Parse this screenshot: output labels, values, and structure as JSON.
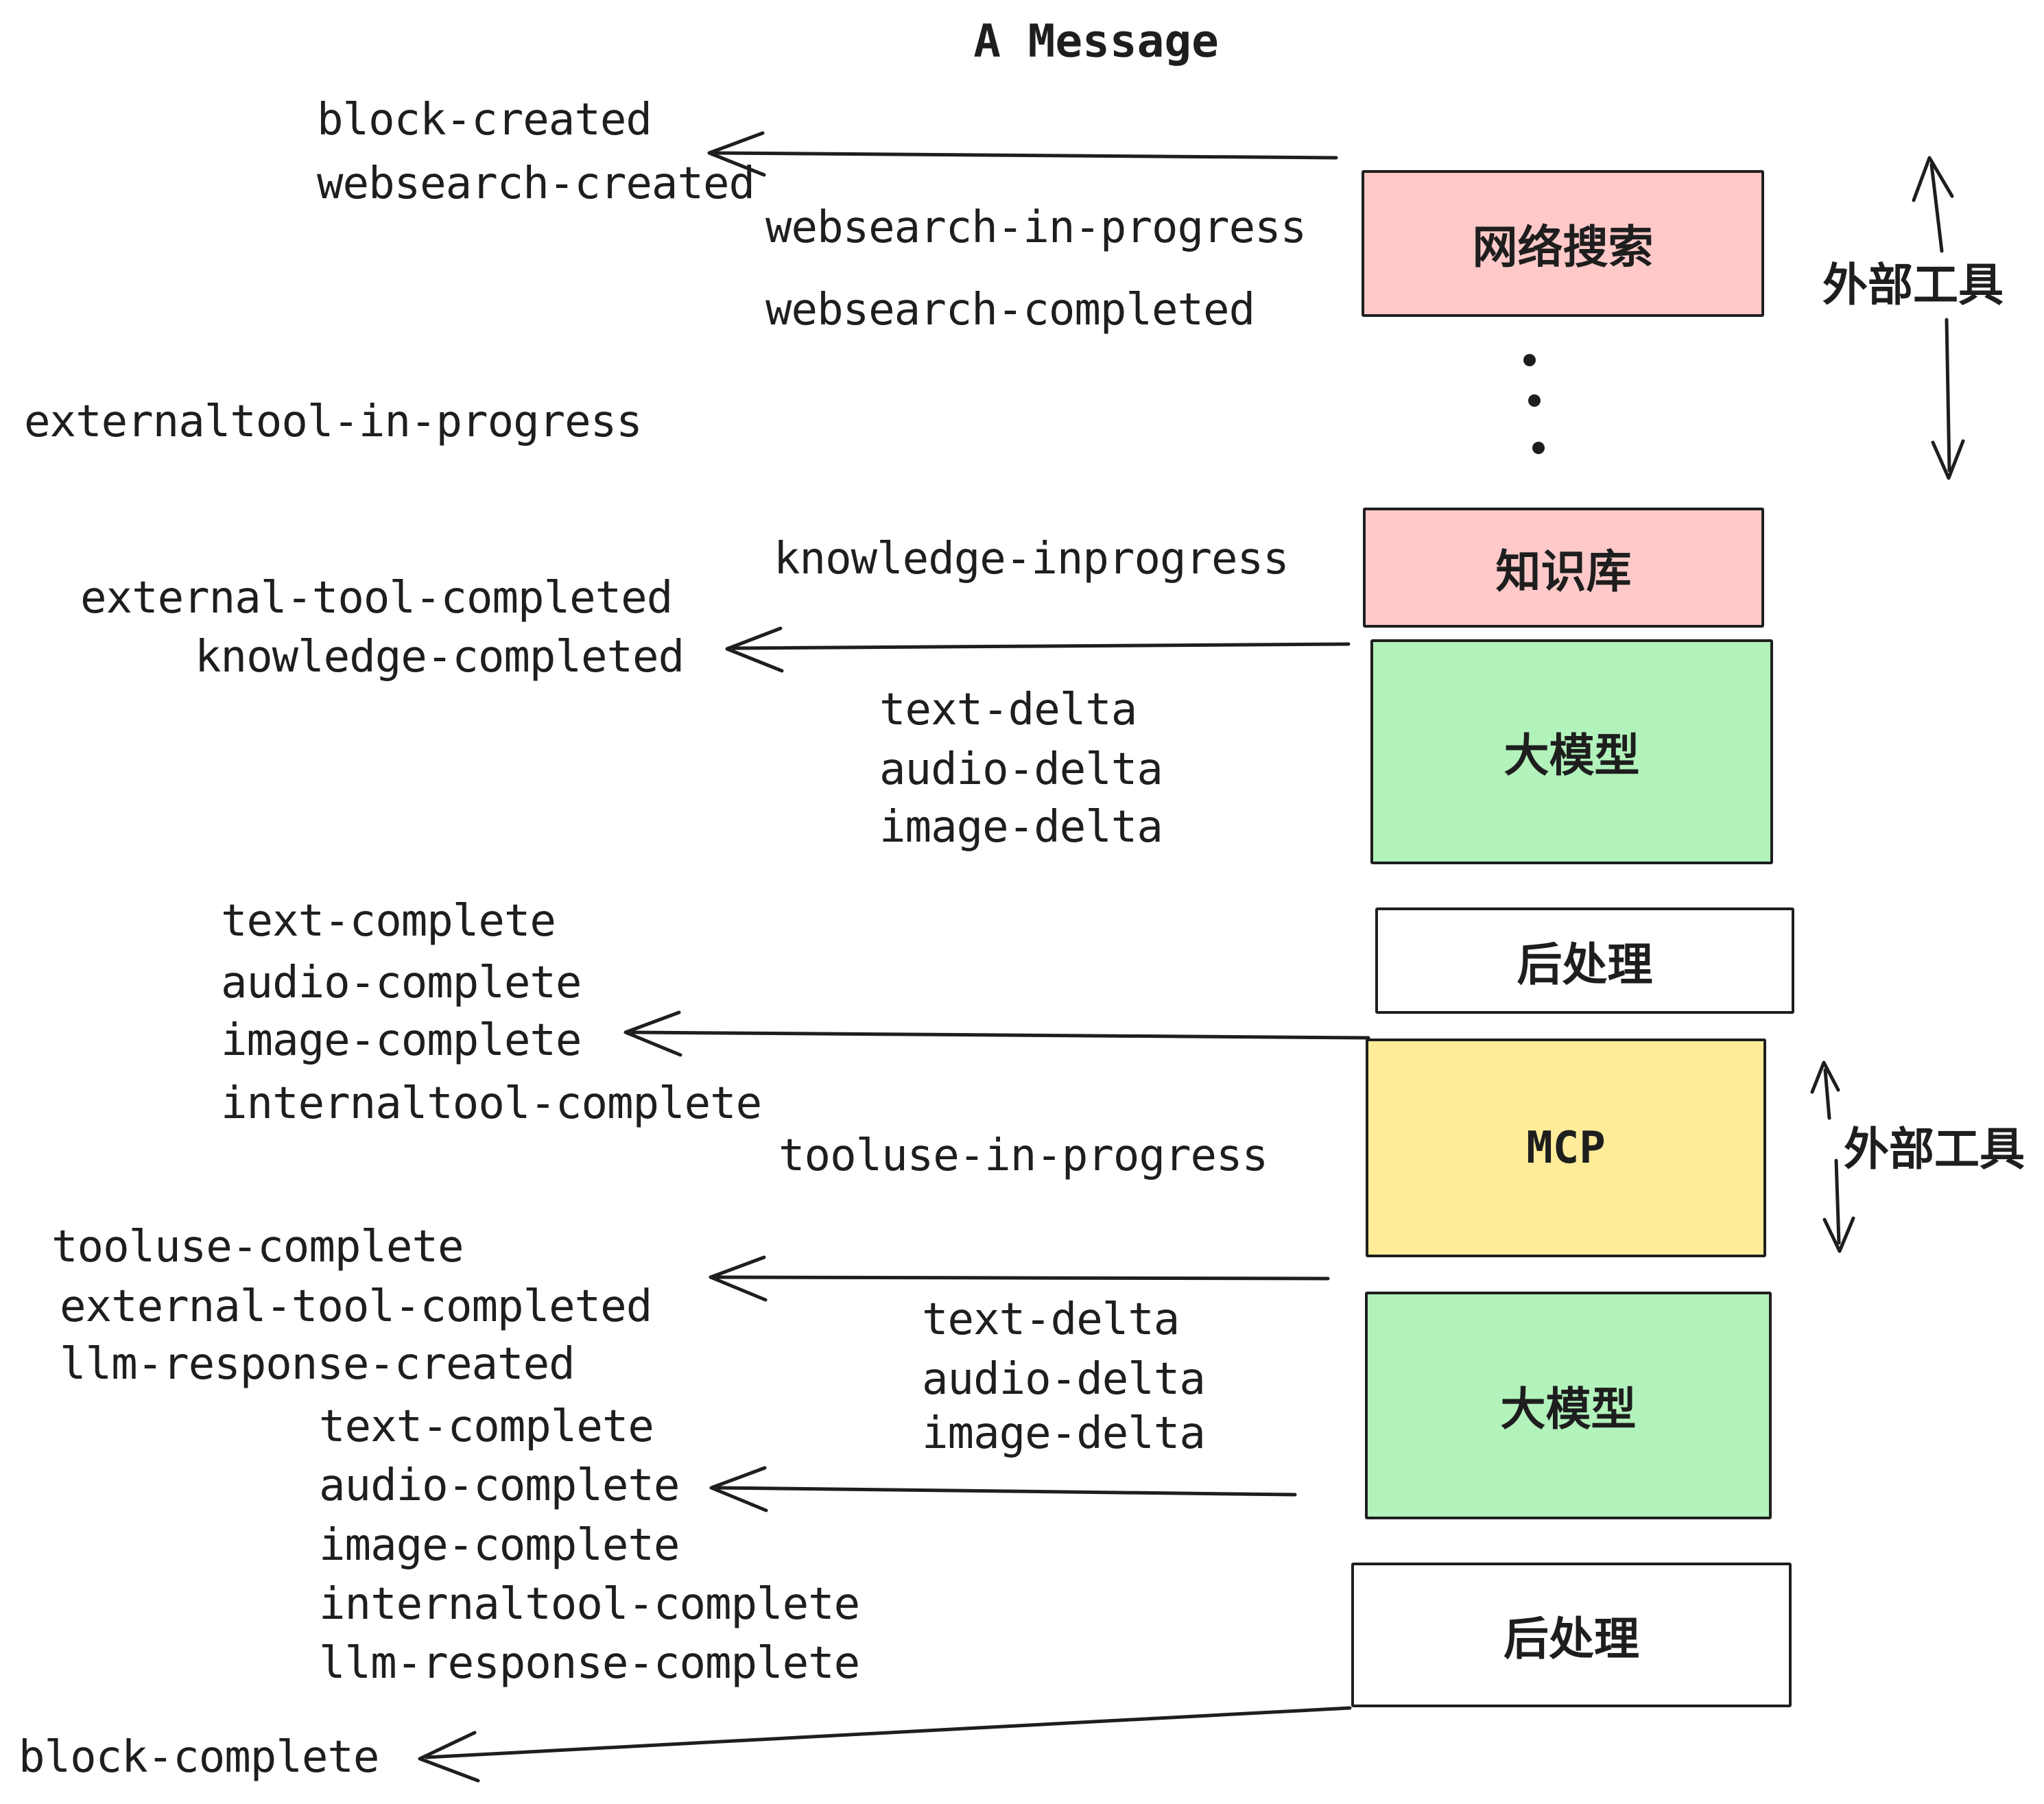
{
  "title": "A Message",
  "colors": {
    "pink": "#ffc9c9",
    "green": "#b2f2bb",
    "yellow": "#ffec99",
    "white": "#ffffff",
    "ink": "#1e1e1e"
  },
  "boxes": [
    {
      "id": "websearch",
      "label": "网络搜索",
      "color": "#ffc9c9"
    },
    {
      "id": "knowledge",
      "label": "知识库",
      "color": "#ffc9c9"
    },
    {
      "id": "llm-1",
      "label": "大模型",
      "color": "#b2f2bb"
    },
    {
      "id": "post-1",
      "label": "后处理",
      "color": "#ffffff"
    },
    {
      "id": "mcp",
      "label": "MCP",
      "color": "#ffec99"
    },
    {
      "id": "llm-2",
      "label": "大模型",
      "color": "#b2f2bb"
    },
    {
      "id": "post-2",
      "label": "后处理",
      "color": "#ffffff"
    }
  ],
  "side_labels": [
    "外部工具",
    "外部工具"
  ],
  "events": [
    "block-created",
    "websearch-created",
    "websearch-in-progress",
    "websearch-completed",
    "externaltool-in-progress",
    "knowledge-inprogress",
    "external-tool-completed",
    "knowledge-completed",
    "text-delta",
    "audio-delta",
    "image-delta",
    "text-complete",
    "audio-complete",
    "image-complete",
    "internaltool-complete",
    "tooluse-in-progress",
    "tooluse-complete",
    "external-tool-completed",
    "llm-response-created",
    "text-delta",
    "audio-delta",
    "image-delta",
    "text-complete",
    "audio-complete",
    "image-complete",
    "internaltool-complete",
    "llm-response-complete",
    "block-complete"
  ]
}
